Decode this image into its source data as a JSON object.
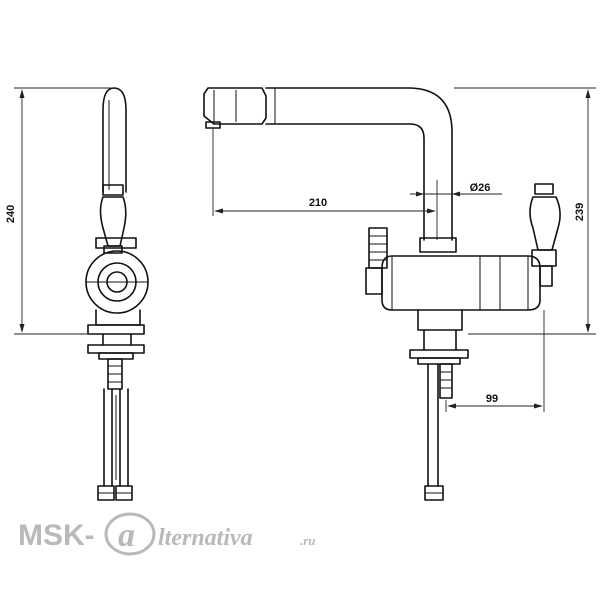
{
  "dimensions": {
    "side_height": "240",
    "spout_reach": "210",
    "spout_diameter": "Ø26",
    "front_height": "239",
    "base_offset": "99"
  },
  "watermark": {
    "brand_left": "MSK-",
    "brand_right": "lternativa",
    "brand_tld": ".ru"
  },
  "colors": {
    "line": "#111111",
    "watermark": "#b9b9b9"
  }
}
